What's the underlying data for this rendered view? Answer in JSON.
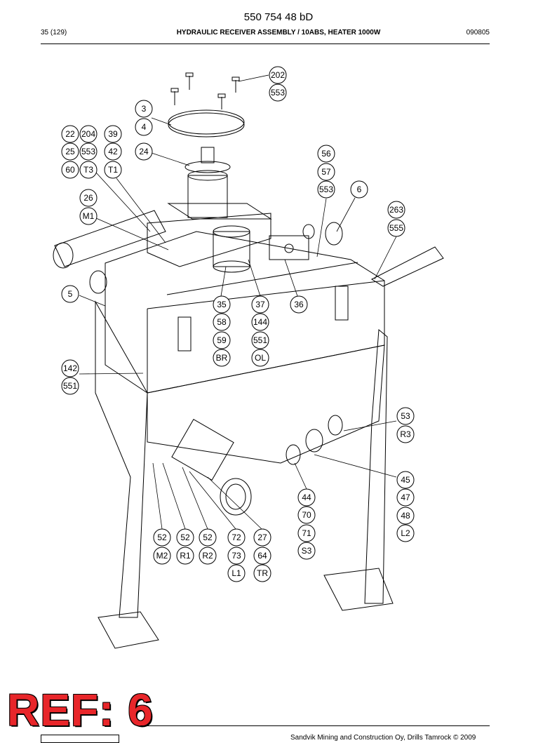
{
  "header": {
    "doc_number": "550 754 48 bD",
    "page_ref": "35 (129)",
    "title": "HYDRAULIC RECEIVER ASSEMBLY / 10ABS, HEATER 1000W",
    "date_code": "090805"
  },
  "stamp": {
    "text": "REF: 6",
    "color": "#e8262a"
  },
  "footer": {
    "copyright": "Sandvik Mining and Construction Oy, Drills Tamrock © 2009"
  },
  "callouts": {
    "c202": "202",
    "c553a": "553",
    "c3": "3",
    "c4": "4",
    "c22": "22",
    "c204": "204",
    "c39": "39",
    "c25": "25",
    "c553b": "553",
    "c42": "42",
    "c60": "60",
    "cT3": "T3",
    "cT1": "T1",
    "c24": "24",
    "c56": "56",
    "c57": "57",
    "c553c": "553",
    "c6": "6",
    "c263": "263",
    "c555": "555",
    "c26": "26",
    "cM1": "M1",
    "c5": "5",
    "c35": "35",
    "c58": "58",
    "c59": "59",
    "cBR": "BR",
    "c37": "37",
    "c144": "144",
    "c551a": "551",
    "cOL": "OL",
    "c36": "36",
    "c142": "142",
    "c551b": "551",
    "c53": "53",
    "cR3": "R3",
    "c45": "45",
    "c47": "47",
    "c48": "48",
    "cL2": "L2",
    "c44": "44",
    "c70": "70",
    "c71": "71",
    "cS3": "S3",
    "c52a": "52",
    "cM2": "M2",
    "c52b": "52",
    "cR1": "R1",
    "c52c": "52",
    "cR2": "R2",
    "c72": "72",
    "c73": "73",
    "cL1": "L1",
    "c27": "27",
    "c64": "64",
    "cTR": "TR"
  }
}
